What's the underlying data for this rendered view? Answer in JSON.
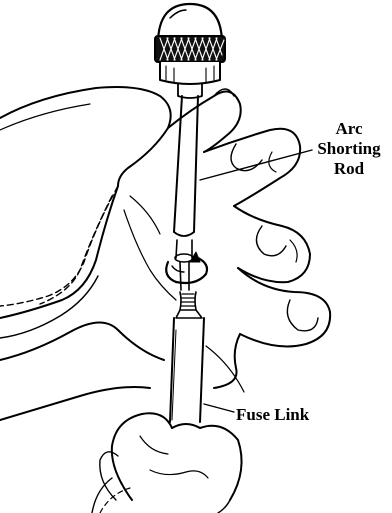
{
  "labels": {
    "arc_shorting_rod": [
      "Arc",
      "Shorting",
      "Rod"
    ],
    "fuse_link": "Fuse Link"
  },
  "colors": {
    "line": "#000000",
    "background": "#ffffff"
  },
  "icons": [
    "right-hand-icon",
    "left-hand-icon",
    "knurled-cap-icon",
    "rotation-arrow-icon"
  ]
}
